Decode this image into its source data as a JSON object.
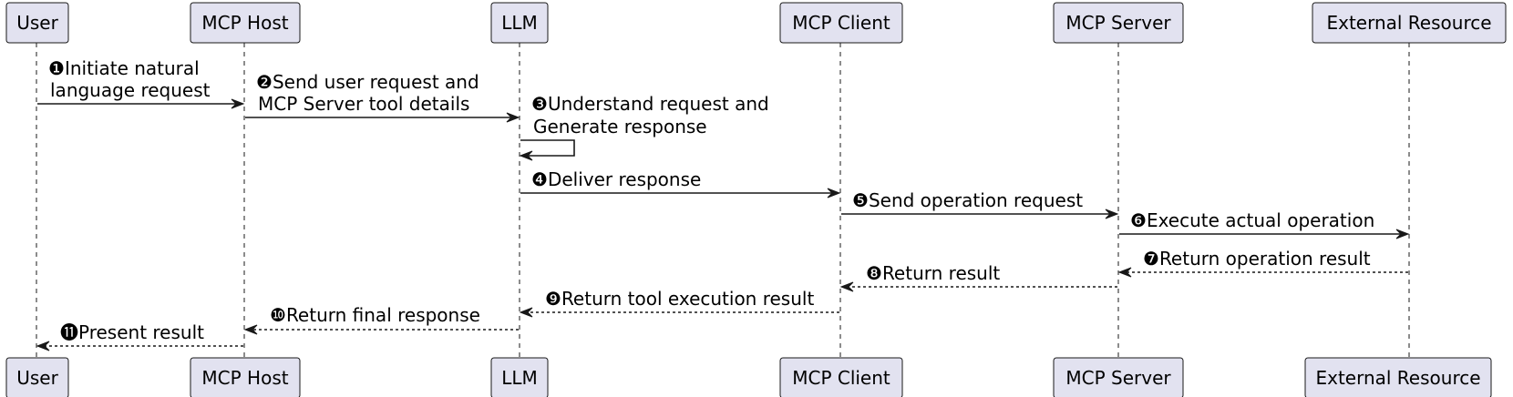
{
  "participants": [
    {
      "id": "user",
      "label": "User"
    },
    {
      "id": "host",
      "label": "MCP Host"
    },
    {
      "id": "llm",
      "label": "LLM"
    },
    {
      "id": "client",
      "label": "MCP Client"
    },
    {
      "id": "server",
      "label": "MCP Server"
    },
    {
      "id": "ext",
      "label": "External Resource"
    }
  ],
  "messages": [
    {
      "num": "❶",
      "from": "user",
      "to": "host",
      "lines": [
        "Initiate natural",
        "language request"
      ],
      "dashed": false
    },
    {
      "num": "❷",
      "from": "host",
      "to": "llm",
      "lines": [
        "Send user request and",
        "MCP Server tool details"
      ],
      "dashed": false
    },
    {
      "num": "❸",
      "from": "llm",
      "to": "llm",
      "lines": [
        "Understand request and",
        "Generate response"
      ],
      "dashed": false
    },
    {
      "num": "❹",
      "from": "llm",
      "to": "client",
      "lines": [
        "Deliver response"
      ],
      "dashed": false
    },
    {
      "num": "❺",
      "from": "client",
      "to": "server",
      "lines": [
        "Send operation request"
      ],
      "dashed": false
    },
    {
      "num": "❻",
      "from": "server",
      "to": "ext",
      "lines": [
        "Execute actual operation"
      ],
      "dashed": false
    },
    {
      "num": "❼",
      "from": "ext",
      "to": "server",
      "lines": [
        "Return operation result"
      ],
      "dashed": true
    },
    {
      "num": "❽",
      "from": "server",
      "to": "client",
      "lines": [
        "Return result"
      ],
      "dashed": true
    },
    {
      "num": "❾",
      "from": "client",
      "to": "llm",
      "lines": [
        "Return tool execution result"
      ],
      "dashed": true
    },
    {
      "num": "❿",
      "from": "llm",
      "to": "host",
      "lines": [
        "Return final response"
      ],
      "dashed": true
    },
    {
      "num": "⓫",
      "from": "host",
      "to": "user",
      "lines": [
        "Present result"
      ],
      "dashed": true
    }
  ]
}
